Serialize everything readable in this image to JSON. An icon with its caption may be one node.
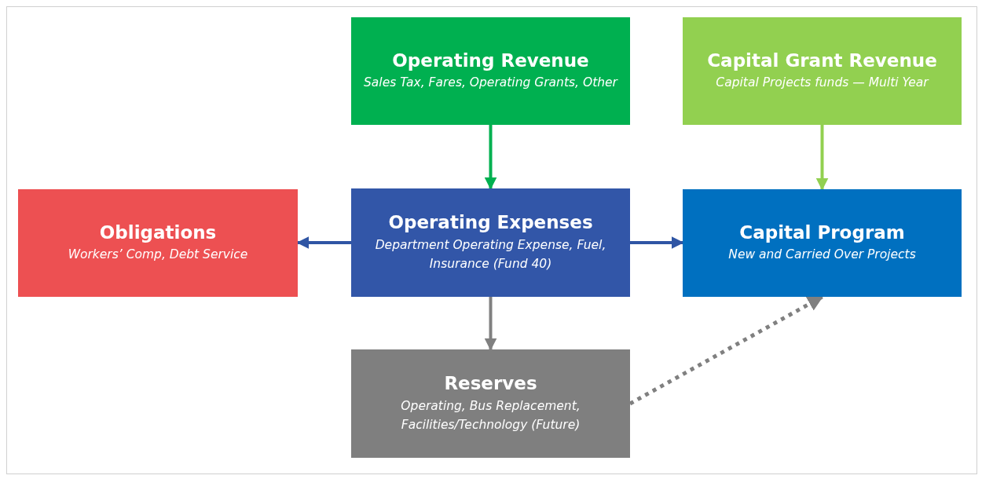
{
  "diagram": {
    "nodes": [
      {
        "text": [
          "Operating Revenue",
          "Sales Tax, Fares, Operating Grants, Other"
        ]
      },
      {
        "text": [
          "Capital Grant Revenue",
          "Capital Projects funds —  Multi Year"
        ]
      },
      {
        "text": [
          "Obligations",
          "Workers’ Comp, Debt Service"
        ]
      },
      {
        "text": [
          "Operating Expenses",
          "Department Operating Expense, Fuel, Insurance (Fund 40)"
        ]
      },
      {
        "text": [
          "Capital Program",
          "New and Carried Over Projects"
        ]
      },
      {
        "text": [
          "Reserves",
          "Operating, Bus Replacement, Facilities/Technology (Future)"
        ]
      }
    ],
    "edges": [
      {
        "from": 0,
        "to": 3,
        "arrow": "to",
        "color": "#00b050"
      },
      {
        "from": 1,
        "to": 4,
        "arrow": "to",
        "color": "#92d050"
      },
      {
        "from": 3,
        "to": 2,
        "arrow": "to"
      },
      {
        "from": 3,
        "to": 4,
        "arrow": "to"
      },
      {
        "from": 3,
        "to": 5,
        "arrow": "to",
        "color": "#808080"
      },
      {
        "from": 5,
        "to": 4,
        "arrow": "to",
        "style": "dashed",
        "color": "#808080"
      }
    ]
  }
}
